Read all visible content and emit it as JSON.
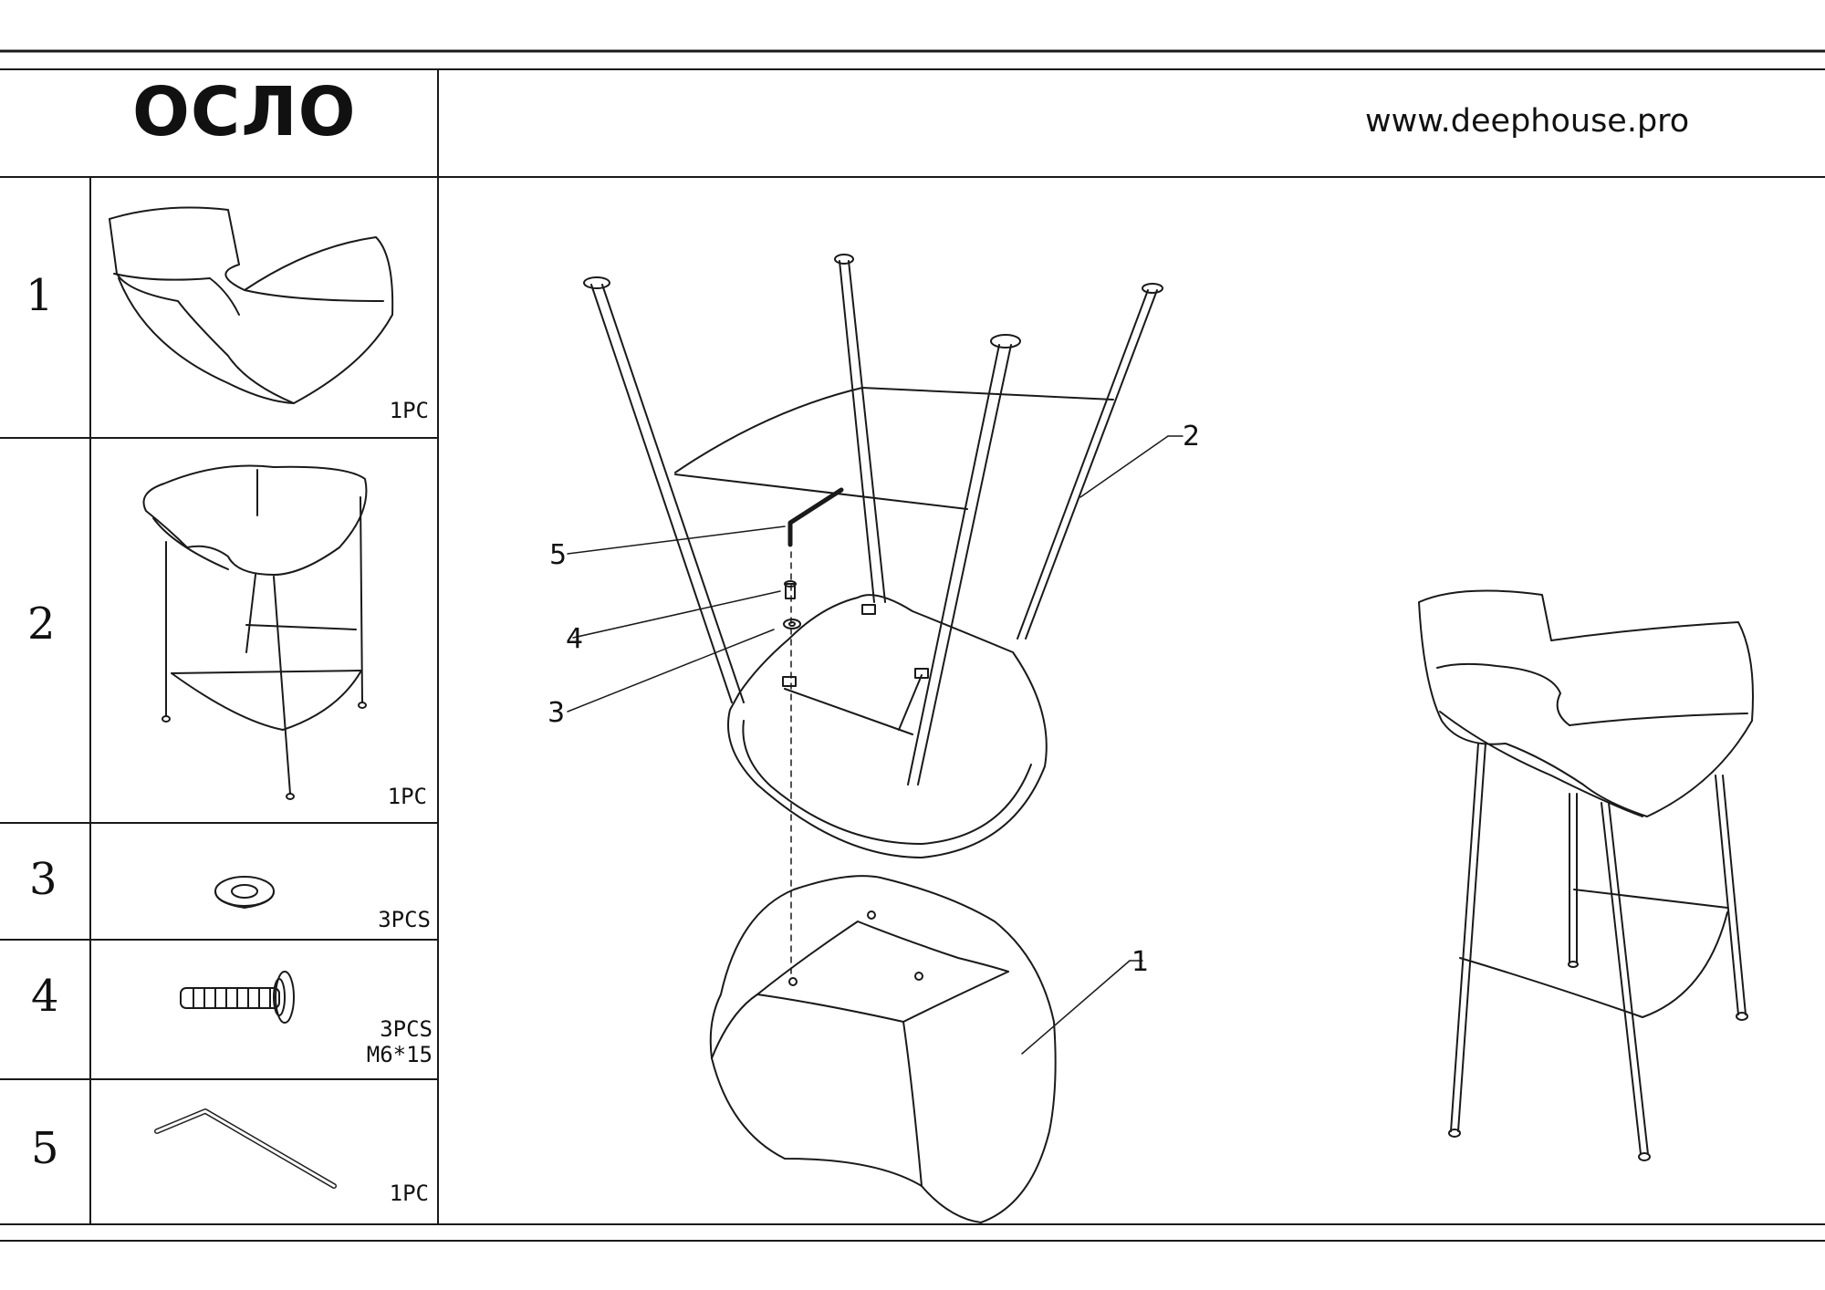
{
  "header": {
    "title": "ОСЛО",
    "website": "www.deephouse.pro"
  },
  "parts": [
    {
      "number": "1",
      "quantity": "1PC"
    },
    {
      "number": "2",
      "quantity": "1PC"
    },
    {
      "number": "3",
      "quantity": "3PCS"
    },
    {
      "number": "4",
      "quantity": "3PCS",
      "spec": "M6*15"
    },
    {
      "number": "5",
      "quantity": "1PC"
    }
  ],
  "diagram": {
    "callouts": [
      "5",
      "4",
      "3",
      "2",
      "1"
    ]
  },
  "icons": [
    "seat-cushion-icon",
    "metal-frame-icon",
    "washer-icon",
    "bolt-icon",
    "hex-key-icon",
    "assembled-stool-icon"
  ]
}
